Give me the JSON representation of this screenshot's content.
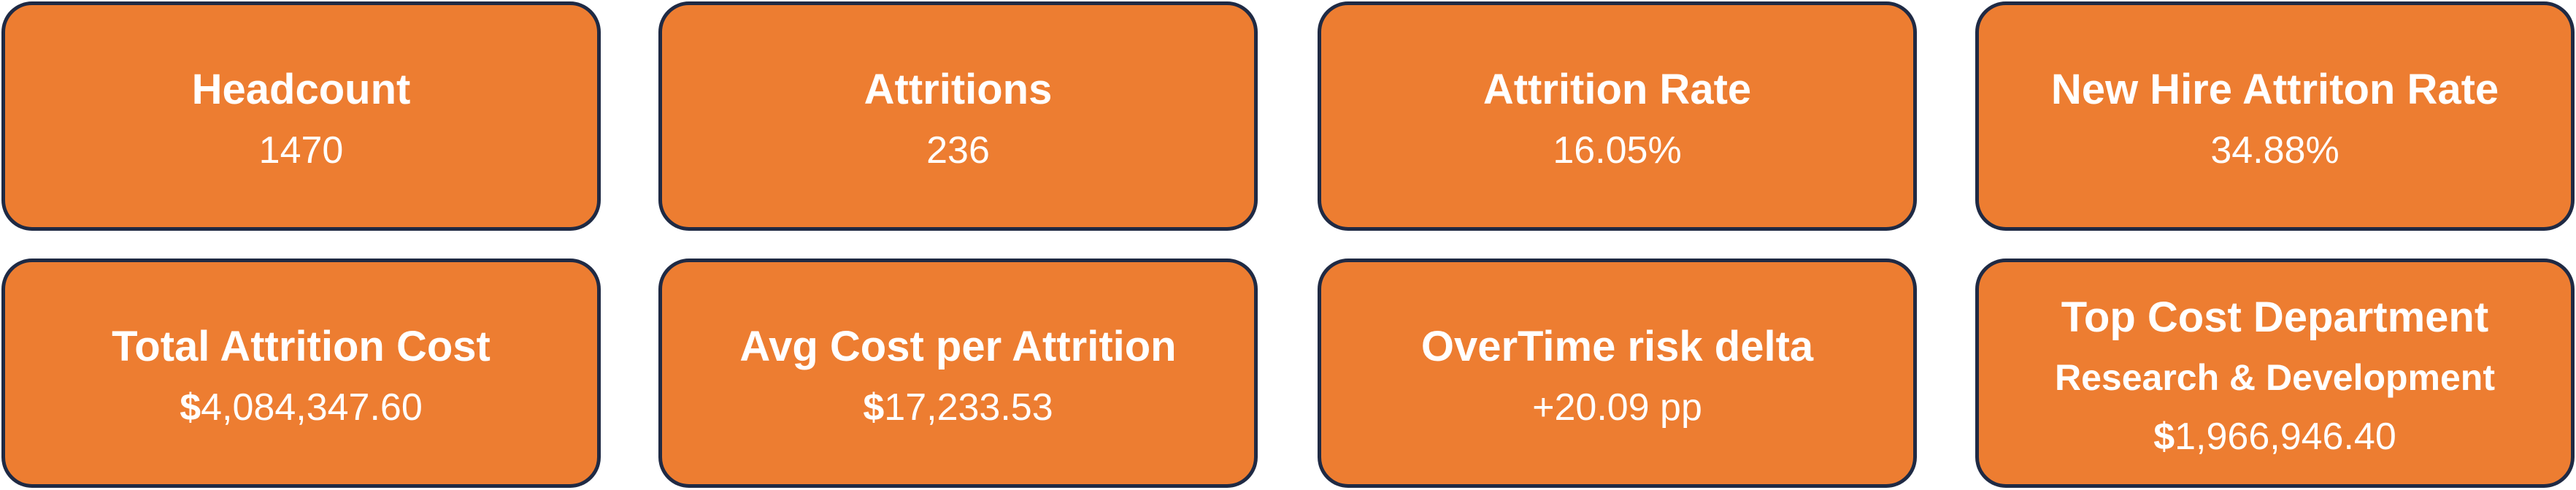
{
  "kpis": [
    {
      "title": "Headcount",
      "value": "1470"
    },
    {
      "title": "Attritions",
      "value": "236"
    },
    {
      "title": "Attrition Rate",
      "value": "16.05%"
    },
    {
      "title": "New Hire Attriton Rate",
      "value": "34.88%"
    },
    {
      "title": "Total Attrition Cost",
      "currency": "$",
      "value": "4,084,347.60"
    },
    {
      "title": "Avg Cost per Attrition",
      "currency": "$",
      "value": "17,233.53"
    },
    {
      "title": "OverTime risk delta",
      "value": "+20.09 pp"
    },
    {
      "title": "Top Cost Department",
      "subtitle": "Research & Development",
      "currency": "$",
      "value": "1,966,946.40"
    }
  ],
  "colors": {
    "card_fill": "#ED7D31",
    "card_border": "#1F2A44",
    "text": "#FFFFFF"
  }
}
